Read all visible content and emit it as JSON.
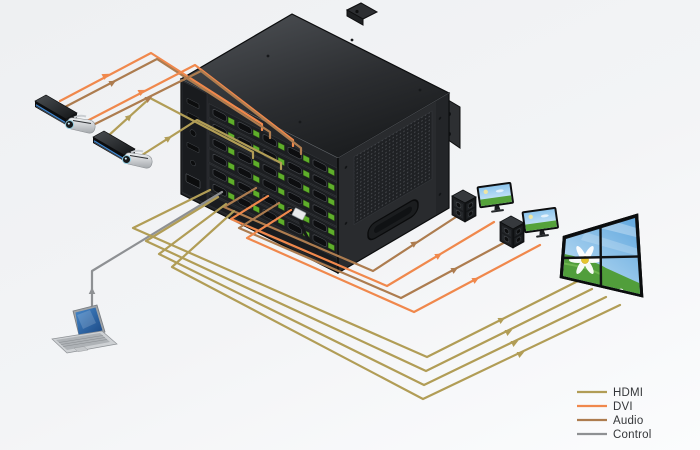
{
  "colors": {
    "hdmi": "#b19d56",
    "dvi": "#f0884c",
    "audio": "#ad7c4f",
    "control": "#8e9093",
    "bg-top": "#eef0f2",
    "bg-bottom": "#fbfcfd",
    "chassis": "#222427",
    "port-green": "#5fae2b"
  },
  "legend": {
    "items": [
      {
        "id": "hdmi",
        "label": "HDMI"
      },
      {
        "id": "dvi",
        "label": "DVI"
      },
      {
        "id": "audio",
        "label": "Audio"
      },
      {
        "id": "control",
        "label": "Control"
      }
    ]
  },
  "devices": [
    {
      "id": "media-player-1",
      "type": "media-player-icon"
    },
    {
      "id": "camcorder-1",
      "type": "camcorder-icon"
    },
    {
      "id": "media-player-2",
      "type": "media-player-icon"
    },
    {
      "id": "camcorder-2",
      "type": "camcorder-icon"
    },
    {
      "id": "laptop",
      "type": "laptop-icon"
    },
    {
      "id": "matrix-switch",
      "type": "modular-matrix-chassis-icon"
    },
    {
      "id": "speaker-1",
      "type": "speaker-icon"
    },
    {
      "id": "display-1",
      "type": "monitor-icon"
    },
    {
      "id": "speaker-2",
      "type": "speaker-icon"
    },
    {
      "id": "display-2",
      "type": "monitor-icon"
    },
    {
      "id": "video-wall",
      "type": "video-wall-2x2-icon"
    }
  ],
  "connections": [
    {
      "from": "media-player-1",
      "to": "matrix-switch",
      "type": "dvi"
    },
    {
      "from": "media-player-1",
      "to": "matrix-switch",
      "type": "audio"
    },
    {
      "from": "camcorder-1",
      "to": "matrix-switch",
      "type": "dvi"
    },
    {
      "from": "camcorder-1",
      "to": "matrix-switch",
      "type": "audio"
    },
    {
      "from": "media-player-2",
      "to": "matrix-switch",
      "type": "hdmi"
    },
    {
      "from": "camcorder-2",
      "to": "matrix-switch",
      "type": "hdmi"
    },
    {
      "from": "laptop",
      "to": "matrix-switch",
      "type": "control"
    },
    {
      "from": "matrix-switch",
      "to": "speaker-1",
      "type": "audio"
    },
    {
      "from": "matrix-switch",
      "to": "display-1",
      "type": "dvi"
    },
    {
      "from": "matrix-switch",
      "to": "speaker-2",
      "type": "audio"
    },
    {
      "from": "matrix-switch",
      "to": "display-2",
      "type": "dvi"
    },
    {
      "from": "matrix-switch",
      "to": "video-wall",
      "type": "hdmi",
      "count": 4
    }
  ]
}
